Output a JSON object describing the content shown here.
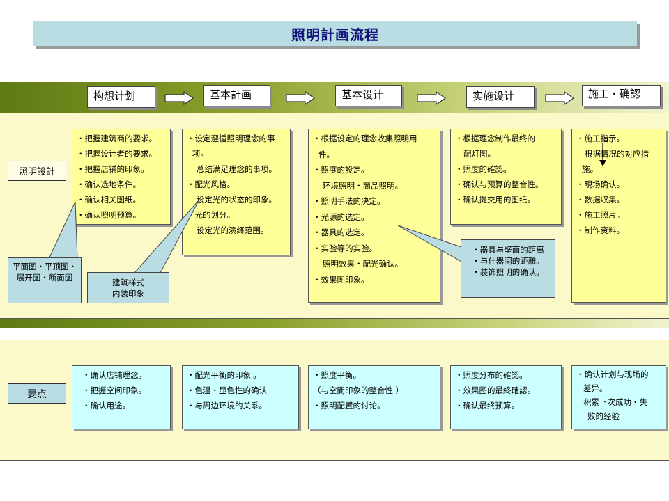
{
  "title": "照明計画流程",
  "stages": [
    "构想计划",
    "基本計画",
    "基本设计",
    "实施设计",
    "施工・确認"
  ],
  "rows": {
    "design_label": "照明設計",
    "points_label": "要点"
  },
  "design_boxes": [
    [
      "・把握建筑商的要求。",
      "・把握设计者的要求。",
      "・把握店铺的印象。",
      "・确认选地条件。",
      "・确认相关图纸。",
      "・确认照明预算。"
    ],
    [
      "・设定遵循照明理念的事",
      "项。",
      "总结满足理念的事项。",
      "・配光风格。",
      "设定光的状态的印象。",
      "・光的划分。",
      "设定光的演绎范围。"
    ],
    [
      "・根据设定的理念收集照明用",
      "件。",
      "・照度的設定。",
      "环境照明・商品照明。",
      "・照明手法的决定。",
      "・光源的选定。",
      "・器具的选定。",
      "・实验等的实验。",
      "照明效果・配光确认。",
      "・效果图印象。"
    ],
    [
      "・根据理念制作最终的",
      "配灯图。",
      "・照度的確認。",
      "・确认与预算的整合性。",
      "・确认提交用的图纸。"
    ],
    [
      "・施工指示。",
      "根据情况的对应措",
      "施。",
      "・現场确认。",
      "・数据収集。",
      "・施工照片。",
      "・制作资料。"
    ]
  ],
  "callouts": {
    "drawings": "平面图・平顶图・展开图・断面图",
    "style": "建筑样式\n内装印象",
    "fixture": "・器具与壁面的距离\n・与什器间的距離。\n・装饰照明的确认。"
  },
  "point_boxes": [
    [
      "・确认店铺理念。",
      "・把握空间印象。",
      "・确认用途。"
    ],
    [
      "・配光平衡的印象'。",
      "・色温・显色性的确认",
      "・与周边环境的关系。"
    ],
    [
      "・照度平衡。",
      "（与空間印象的整合性 ）",
      "・照明配置的讨论。"
    ],
    [
      "・照度分布的確認。",
      "・效果图的最終確認。",
      "・确认最终预算。"
    ],
    [
      "・确认计划与现场的",
      "差异。",
      "积累下次成功・失",
      "败的经验"
    ]
  ],
  "colors": {
    "title_bg": "#b9dde3",
    "design_box": "#ffff99",
    "point_box": "#ccffff",
    "band": "#6f8a1c",
    "zone": "#fbf9c9"
  }
}
